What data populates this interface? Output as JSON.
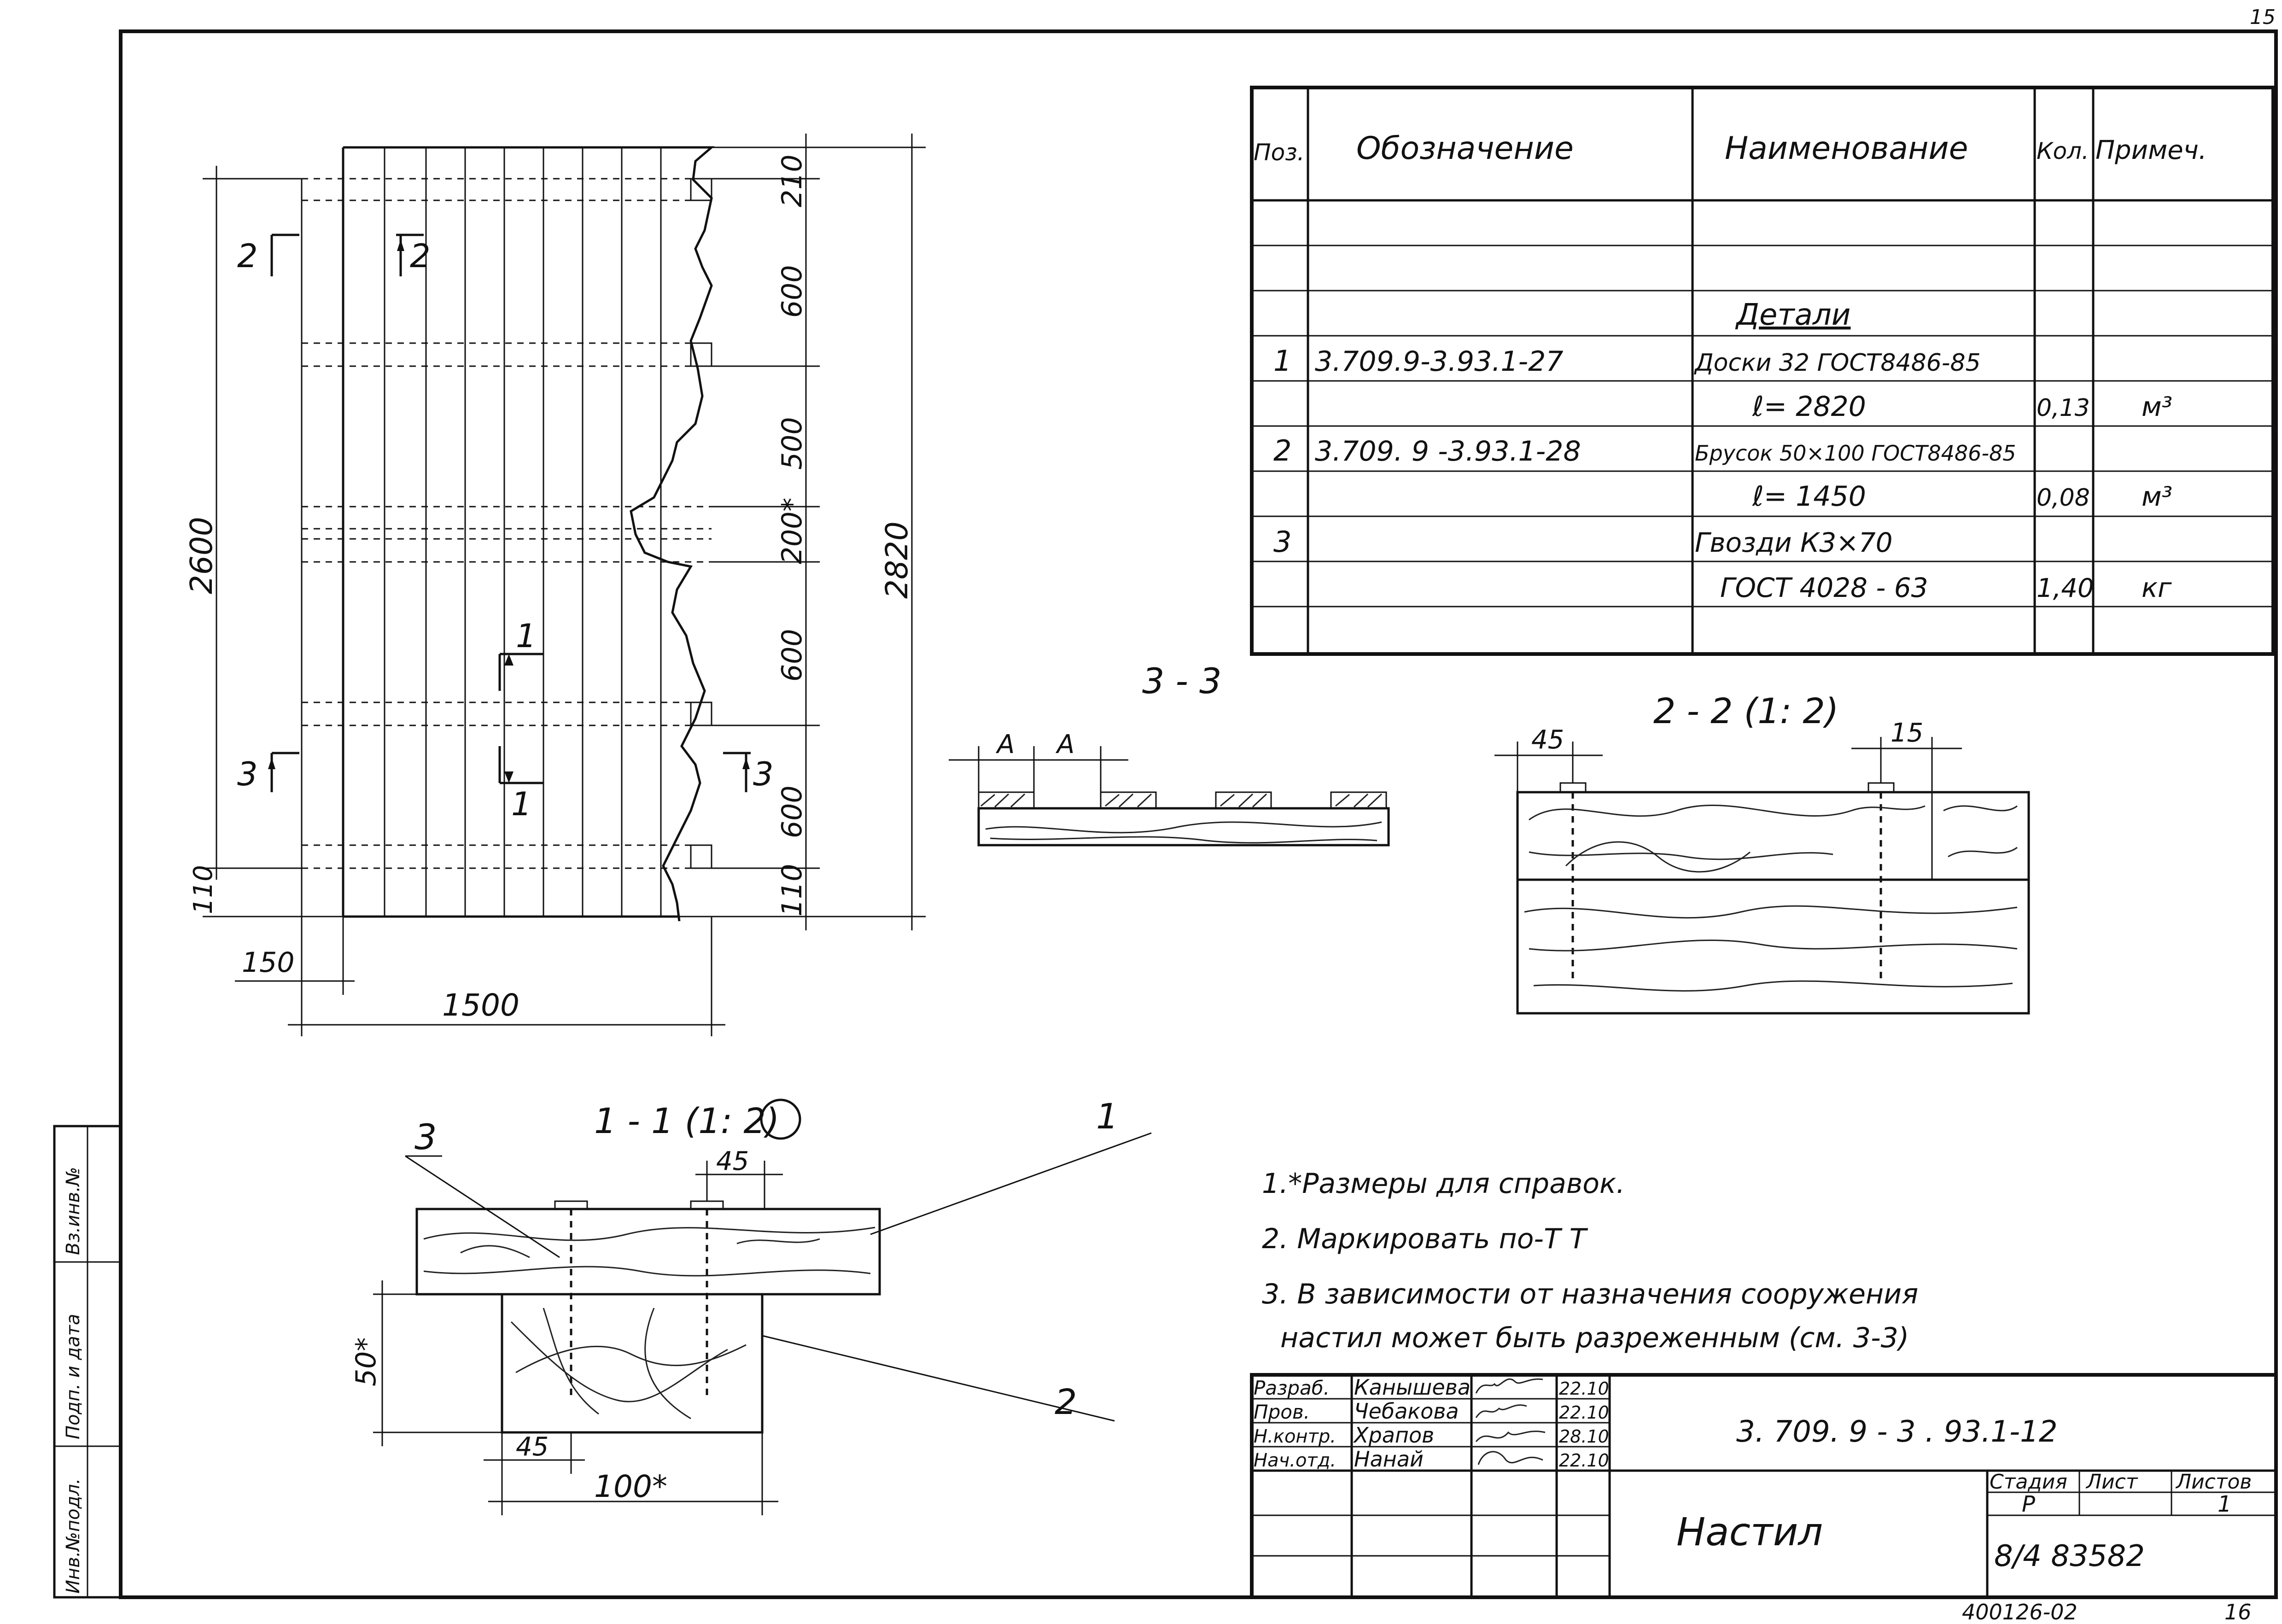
{
  "sheet": {
    "page_number_top": "15",
    "page_number_bottom": "16",
    "archive_code": "400126-02"
  },
  "side_stamp": {
    "inv_original": "Инв.№подл.",
    "sign_date": "Подп. и дата",
    "replaces_inv": "Вз.инв.№"
  },
  "plan_view": {
    "section_marks": {
      "s2": "2",
      "s1": "1",
      "s3": "3"
    },
    "dims_right": [
      "210",
      "600",
      "500",
      "200*",
      "600",
      "600",
      "110"
    ],
    "dim_total_left": "2600",
    "dim_total_right": "2820",
    "dim_bottom_left_small": "110",
    "dim_150": "150",
    "dim_1500": "1500"
  },
  "spec_table": {
    "headers": [
      "Поз.",
      "Обозначение",
      "Наименование",
      "Кол.",
      "Примеч."
    ],
    "rows": [
      [
        "",
        "",
        "",
        "",
        ""
      ],
      [
        "",
        "",
        "",
        "",
        ""
      ],
      [
        "",
        "",
        "Детали",
        "",
        ""
      ],
      [
        "1",
        "3.709.9-3.93.1-27",
        "Доски 32    ГОСТ8486-85",
        "",
        ""
      ],
      [
        "",
        "",
        "ℓ= 2820",
        "0,13",
        "м³"
      ],
      [
        "2",
        "3.709. 9 -3.93.1-28",
        "Брусок 50×100 ГОСТ8486-85",
        "",
        ""
      ],
      [
        "",
        "",
        "ℓ= 1450",
        "0,08",
        "м³"
      ],
      [
        "3",
        "",
        "Гвозди К3×70",
        "",
        ""
      ],
      [
        "",
        "",
        "ГОСТ 4028 - 63",
        "1,40",
        "кг"
      ],
      [
        "",
        "",
        "",
        "",
        ""
      ]
    ]
  },
  "section_33": {
    "title": "3 - 3",
    "dim_a1": "А",
    "dim_a2": "А"
  },
  "section_22": {
    "title": "2 - 2  (1: 2)",
    "dim_45": "45",
    "dim_15": "15"
  },
  "section_11": {
    "title": "1 - 1 (1: 2)",
    "dim_45_top": "45",
    "dim_50": "50*",
    "dim_45_bottom": "45",
    "dim_100": "100*",
    "leader_3": "3",
    "leader_1": "1",
    "leader_2": "2"
  },
  "notes": [
    "1.*Размеры  для  справок.",
    "2. Маркировать  по-Т Т",
    "3. В  зависимости  от  назначения  сооружения",
    "настил  может  быть  разреженным  (см. 3-3)"
  ],
  "title_block": {
    "roles": [
      "Разраб.",
      "Пров.",
      "Н.контр.",
      "Нач.отд."
    ],
    "names": [
      "Канышева",
      "Чебакова",
      "Храпов",
      "Нанай"
    ],
    "dates": [
      "22.10",
      "22.10",
      "28.10",
      "22.10"
    ],
    "designation": "3. 709. 9 - 3 . 93.1-12",
    "title": "Настил",
    "stage_label": "Стадия",
    "sheet_label": "Лист",
    "sheets_label": "Листов",
    "stage_value": "Р",
    "sheets_value": "1",
    "org_code": "8/4  83582"
  }
}
